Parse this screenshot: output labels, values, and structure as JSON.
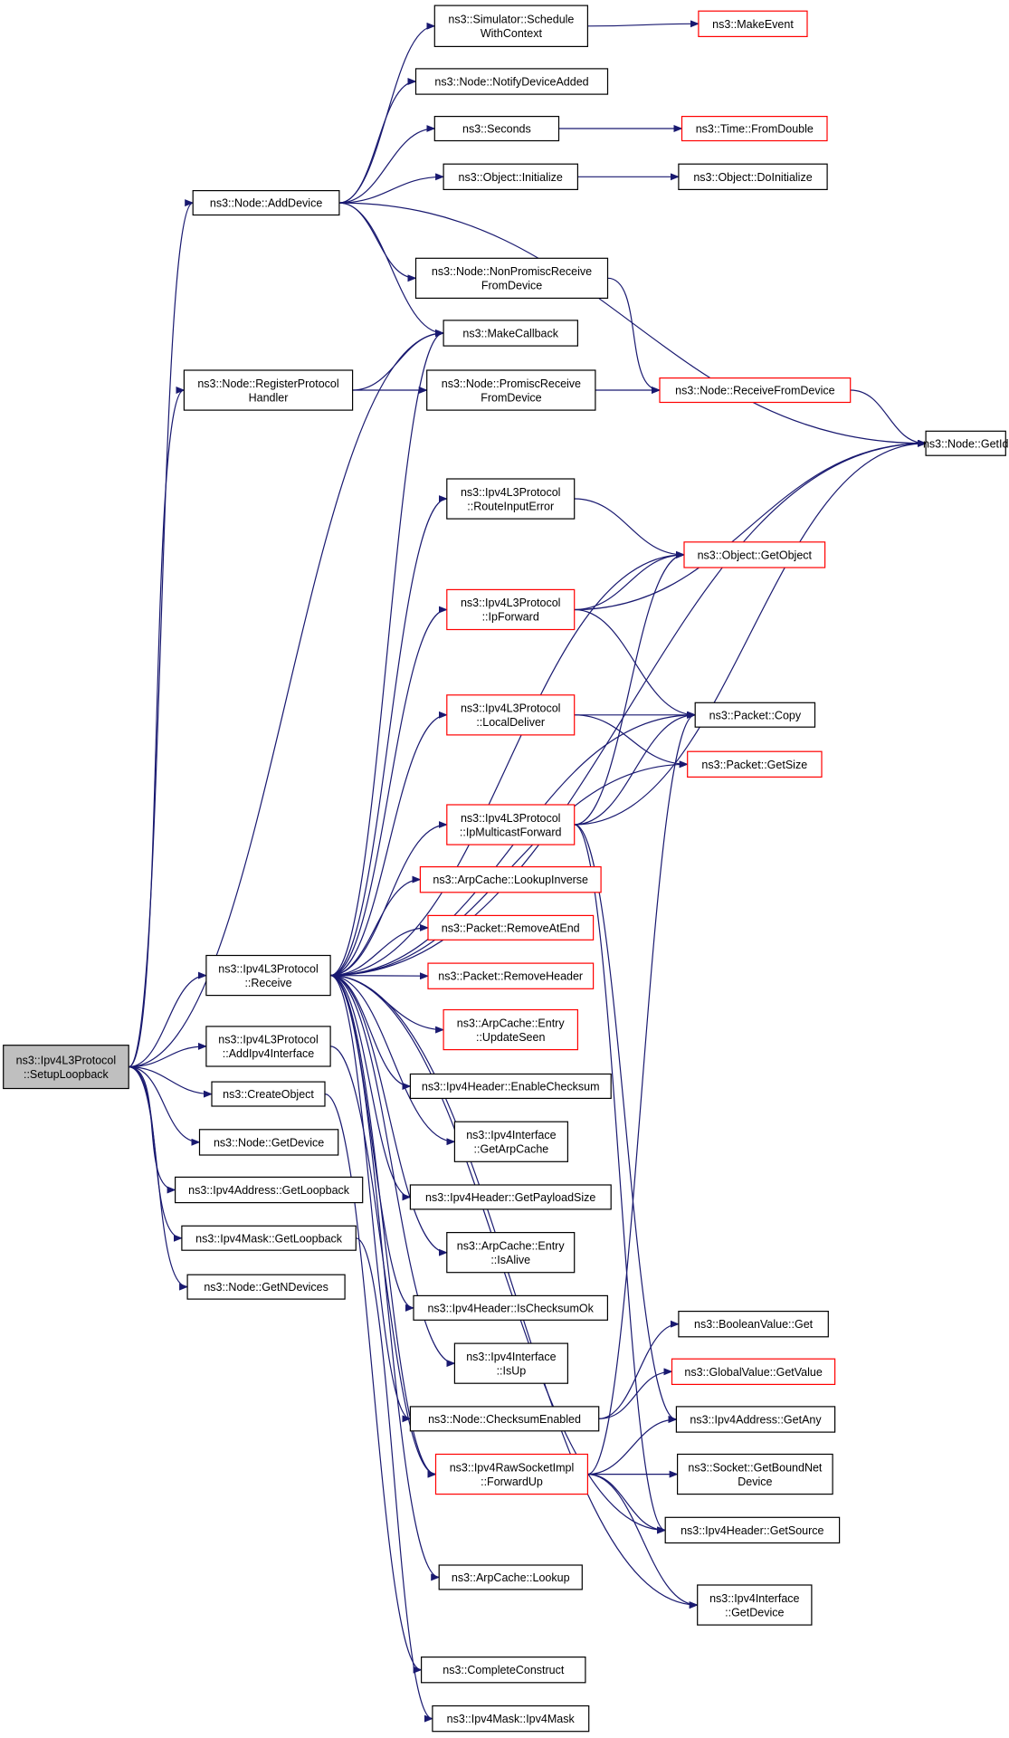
{
  "colors": {
    "edge": "#191970",
    "default_border": "#000000",
    "truncated_border": "#ff0000",
    "root_fill": "#bfbfbf"
  },
  "nodes": {
    "setup_loopback": [
      "ns3::Ipv4L3Protocol",
      "::SetupLoopback"
    ],
    "node_add_device": [
      "ns3::Node::AddDevice"
    ],
    "simulator_schedule": [
      "ns3::Simulator::Schedule",
      "WithContext"
    ],
    "make_event": [
      "ns3::MakeEvent"
    ],
    "node_notify_device_added": [
      "ns3::Node::NotifyDeviceAdded"
    ],
    "seconds": [
      "ns3::Seconds"
    ],
    "time_from_double": [
      "ns3::Time::FromDouble"
    ],
    "object_initialize": [
      "ns3::Object::Initialize"
    ],
    "object_do_initialize": [
      "ns3::Object::DoInitialize"
    ],
    "node_nonpromisc": [
      "ns3::Node::NonPromiscReceive",
      "FromDevice"
    ],
    "make_callback": [
      "ns3::MakeCallback"
    ],
    "node_register_protocol": [
      "ns3::Node::RegisterProtocol",
      "Handler"
    ],
    "node_promisc": [
      "ns3::Node::PromiscReceive",
      "FromDevice"
    ],
    "node_receive_from_device": [
      "ns3::Node::ReceiveFromDevice"
    ],
    "node_get_id": [
      "ns3::Node::GetId"
    ],
    "route_input_error": [
      "ns3::Ipv4L3Protocol",
      "::RouteInputError"
    ],
    "object_get_object": [
      "ns3::Object::GetObject"
    ],
    "ip_forward": [
      "ns3::Ipv4L3Protocol",
      "::IpForward"
    ],
    "packet_copy": [
      "ns3::Packet::Copy"
    ],
    "local_deliver": [
      "ns3::Ipv4L3Protocol",
      "::LocalDeliver"
    ],
    "packet_get_size": [
      "ns3::Packet::GetSize"
    ],
    "ip_multicast_forward": [
      "ns3::Ipv4L3Protocol",
      "::IpMulticastForward"
    ],
    "arpcache_lookup_inverse": [
      "ns3::ArpCache::LookupInverse"
    ],
    "packet_remove_at_end": [
      "ns3::Packet::RemoveAtEnd"
    ],
    "receive": [
      "ns3::Ipv4L3Protocol",
      "::Receive"
    ],
    "packet_remove_header": [
      "ns3::Packet::RemoveHeader"
    ],
    "arpcache_entry_update_seen": [
      "ns3::ArpCache::Entry",
      "::UpdateSeen"
    ],
    "add_ipv4_interface": [
      "ns3::Ipv4L3Protocol",
      "::AddIpv4Interface"
    ],
    "ipv4header_enable_checksum": [
      "ns3::Ipv4Header::EnableChecksum"
    ],
    "create_object": [
      "ns3::CreateObject"
    ],
    "ipv4interface_get_arp_cache": [
      "ns3::Ipv4Interface",
      "::GetArpCache"
    ],
    "node_get_device": [
      "ns3::Node::GetDevice"
    ],
    "ipv4header_get_payload_size": [
      "ns3::Ipv4Header::GetPayloadSize"
    ],
    "ipv4address_get_loopback": [
      "ns3::Ipv4Address::GetLoopback"
    ],
    "ipv4mask_get_loopback": [
      "ns3::Ipv4Mask::GetLoopback"
    ],
    "arpcache_entry_is_alive": [
      "ns3::ArpCache::Entry",
      "::IsAlive"
    ],
    "node_get_n_devices": [
      "ns3::Node::GetNDevices"
    ],
    "ipv4header_is_checksum_ok": [
      "ns3::Ipv4Header::IsChecksumOk"
    ],
    "boolean_value_get": [
      "ns3::BooleanValue::Get"
    ],
    "ipv4interface_is_up": [
      "ns3::Ipv4Interface",
      "::IsUp"
    ],
    "global_value_get_value": [
      "ns3::GlobalValue::GetValue"
    ],
    "node_checksum_enabled": [
      "ns3::Node::ChecksumEnabled"
    ],
    "ipv4address_get_any": [
      "ns3::Ipv4Address::GetAny"
    ],
    "ipv4rawsocket_forward_up": [
      "ns3::Ipv4RawSocketImpl",
      "::ForwardUp"
    ],
    "socket_get_bound_net_device": [
      "ns3::Socket::GetBoundNet",
      "Device"
    ],
    "ipv4header_get_source": [
      "ns3::Ipv4Header::GetSource"
    ],
    "arpcache_lookup": [
      "ns3::ArpCache::Lookup"
    ],
    "ipv4interface_get_device": [
      "ns3::Ipv4Interface",
      "::GetDevice"
    ],
    "complete_construct": [
      "ns3::CompleteConstruct"
    ],
    "ipv4mask_ipv4mask": [
      "ns3::Ipv4Mask::Ipv4Mask"
    ]
  },
  "truncated_nodes": [
    "make_event",
    "time_from_double",
    "node_receive_from_device",
    "object_get_object",
    "ip_forward",
    "local_deliver",
    "packet_get_size",
    "ip_multicast_forward",
    "arpcache_lookup_inverse",
    "packet_remove_at_end",
    "packet_remove_header",
    "arpcache_entry_update_seen",
    "global_value_get_value",
    "ipv4rawsocket_forward_up"
  ],
  "root_node": "setup_loopback",
  "edges": [
    [
      "setup_loopback",
      "node_add_device"
    ],
    [
      "setup_loopback",
      "make_callback"
    ],
    [
      "setup_loopback",
      "node_register_protocol"
    ],
    [
      "setup_loopback",
      "receive"
    ],
    [
      "setup_loopback",
      "add_ipv4_interface"
    ],
    [
      "setup_loopback",
      "create_object"
    ],
    [
      "setup_loopback",
      "node_get_device"
    ],
    [
      "setup_loopback",
      "ipv4address_get_loopback"
    ],
    [
      "setup_loopback",
      "ipv4mask_get_loopback"
    ],
    [
      "setup_loopback",
      "node_get_n_devices"
    ],
    [
      "node_add_device",
      "simulator_schedule"
    ],
    [
      "node_add_device",
      "node_notify_device_added"
    ],
    [
      "node_add_device",
      "seconds"
    ],
    [
      "node_add_device",
      "object_initialize"
    ],
    [
      "node_add_device",
      "node_nonpromisc"
    ],
    [
      "node_add_device",
      "make_callback"
    ],
    [
      "node_add_device",
      "node_get_id"
    ],
    [
      "simulator_schedule",
      "make_event"
    ],
    [
      "seconds",
      "time_from_double"
    ],
    [
      "object_initialize",
      "object_do_initialize"
    ],
    [
      "node_nonpromisc",
      "node_receive_from_device"
    ],
    [
      "node_register_protocol",
      "make_callback"
    ],
    [
      "node_register_protocol",
      "node_promisc"
    ],
    [
      "node_promisc",
      "node_receive_from_device"
    ],
    [
      "node_receive_from_device",
      "node_get_id"
    ],
    [
      "route_input_error",
      "object_get_object"
    ],
    [
      "ip_forward",
      "object_get_object"
    ],
    [
      "ip_forward",
      "packet_copy"
    ],
    [
      "ip_forward",
      "node_get_id"
    ],
    [
      "local_deliver",
      "packet_copy"
    ],
    [
      "local_deliver",
      "packet_get_size"
    ],
    [
      "ip_multicast_forward",
      "object_get_object"
    ],
    [
      "ip_multicast_forward",
      "packet_copy"
    ],
    [
      "ip_multicast_forward",
      "node_get_id"
    ],
    [
      "ip_multicast_forward",
      "ipv4address_get_any"
    ],
    [
      "ip_multicast_forward",
      "ipv4header_get_source"
    ],
    [
      "receive",
      "make_callback"
    ],
    [
      "receive",
      "node_get_id"
    ],
    [
      "receive",
      "route_input_error"
    ],
    [
      "receive",
      "object_get_object"
    ],
    [
      "receive",
      "ip_forward"
    ],
    [
      "receive",
      "packet_copy"
    ],
    [
      "receive",
      "local_deliver"
    ],
    [
      "receive",
      "packet_get_size"
    ],
    [
      "receive",
      "ip_multicast_forward"
    ],
    [
      "receive",
      "arpcache_lookup_inverse"
    ],
    [
      "receive",
      "packet_remove_at_end"
    ],
    [
      "receive",
      "packet_remove_header"
    ],
    [
      "receive",
      "arpcache_entry_update_seen"
    ],
    [
      "receive",
      "ipv4header_enable_checksum"
    ],
    [
      "receive",
      "ipv4interface_get_arp_cache"
    ],
    [
      "receive",
      "ipv4header_get_payload_size"
    ],
    [
      "receive",
      "arpcache_entry_is_alive"
    ],
    [
      "receive",
      "ipv4header_is_checksum_ok"
    ],
    [
      "receive",
      "ipv4interface_is_up"
    ],
    [
      "receive",
      "node_checksum_enabled"
    ],
    [
      "receive",
      "ipv4rawsocket_forward_up"
    ],
    [
      "receive",
      "ipv4header_get_source"
    ],
    [
      "receive",
      "arpcache_lookup"
    ],
    [
      "receive",
      "ipv4interface_get_device"
    ],
    [
      "add_ipv4_interface",
      "ipv4rawsocket_forward_up"
    ],
    [
      "create_object",
      "complete_construct"
    ],
    [
      "ipv4mask_get_loopback",
      "ipv4mask_ipv4mask"
    ],
    [
      "node_checksum_enabled",
      "boolean_value_get"
    ],
    [
      "node_checksum_enabled",
      "global_value_get_value"
    ],
    [
      "ipv4rawsocket_forward_up",
      "ipv4address_get_any"
    ],
    [
      "ipv4rawsocket_forward_up",
      "socket_get_bound_net_device"
    ],
    [
      "ipv4rawsocket_forward_up",
      "ipv4header_get_source"
    ],
    [
      "ipv4rawsocket_forward_up",
      "ipv4interface_get_device"
    ],
    [
      "ipv4rawsocket_forward_up",
      "packet_copy"
    ]
  ]
}
